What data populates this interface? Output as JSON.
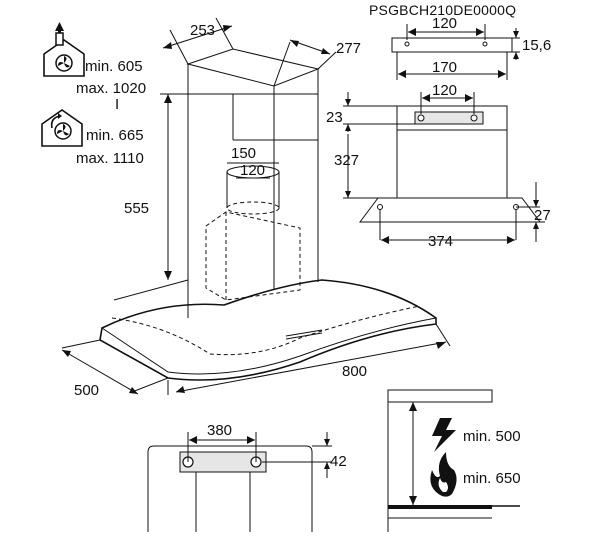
{
  "model_code": "PSGBCH210DE0000Q",
  "icons": {
    "house_extraction": "house-fan-icon",
    "house_recirculation": "house-recirculation-icon",
    "electric": "lightning-icon",
    "gas": "flame-icon"
  },
  "ceiling_heights": {
    "extraction": {
      "min": "min. 605",
      "max": "max. 1020",
      "sep": "I"
    },
    "recirculation": {
      "min": "min. 665",
      "max": "max. 1110"
    }
  },
  "main_view": {
    "chimney_width": "253",
    "chimney_depth": "277",
    "height": "555",
    "outlet_outer": "150",
    "outlet_inner": "120",
    "hood_width": "800",
    "hood_depth": "500"
  },
  "side_view": {
    "top_holes": "120",
    "top_offset": "15,6",
    "bracket_width": "170",
    "bracket_holes": "120",
    "bracket_offset": "23",
    "bracket_height": "327",
    "bottom_holes": "374",
    "bottom_offset": "27"
  },
  "bracket_view": {
    "holes": "380",
    "offset": "42"
  },
  "clearance": {
    "electric": "min. 500",
    "gas": "min. 650"
  }
}
